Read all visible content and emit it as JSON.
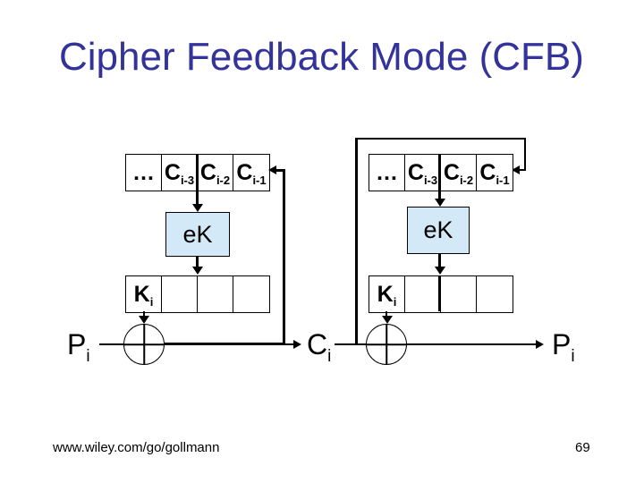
{
  "slide": {
    "title": "Cipher Feedback Mode (CFB)",
    "footer": "www.wiley.com/go/gollmann",
    "page_number": "69"
  },
  "colors": {
    "title_text": "#333399",
    "ek_box_fill": "#d4e9f7",
    "diagram_line": "#000000"
  },
  "diagram_left": {
    "shift_register": {
      "cells": [
        {
          "base": "…",
          "sub": ""
        },
        {
          "base": "C",
          "sub": "i-3"
        },
        {
          "base": "C",
          "sub": "i-2"
        },
        {
          "base": "C",
          "sub": "i-1"
        }
      ]
    },
    "cipher_box_label": "eK",
    "key_register": {
      "cells": [
        {
          "base": "K",
          "sub": "i"
        },
        {
          "base": "",
          "sub": ""
        },
        {
          "base": "",
          "sub": ""
        },
        {
          "base": "",
          "sub": ""
        }
      ]
    },
    "plaintext_label": {
      "base": "P",
      "sub": "i"
    }
  },
  "center_ciphertext_label": {
    "base": "C",
    "sub": "i"
  },
  "diagram_right": {
    "shift_register": {
      "cells": [
        {
          "base": "…",
          "sub": ""
        },
        {
          "base": "C",
          "sub": "i-3"
        },
        {
          "base": "C",
          "sub": "i-2"
        },
        {
          "base": "C",
          "sub": "i-1"
        }
      ]
    },
    "cipher_box_label": "eK",
    "key_register": {
      "cells": [
        {
          "base": "K",
          "sub": "i"
        },
        {
          "base": "",
          "sub": ""
        },
        {
          "base": "",
          "sub": ""
        },
        {
          "base": "",
          "sub": ""
        }
      ]
    },
    "plaintext_label": {
      "base": "P",
      "sub": "i"
    }
  }
}
